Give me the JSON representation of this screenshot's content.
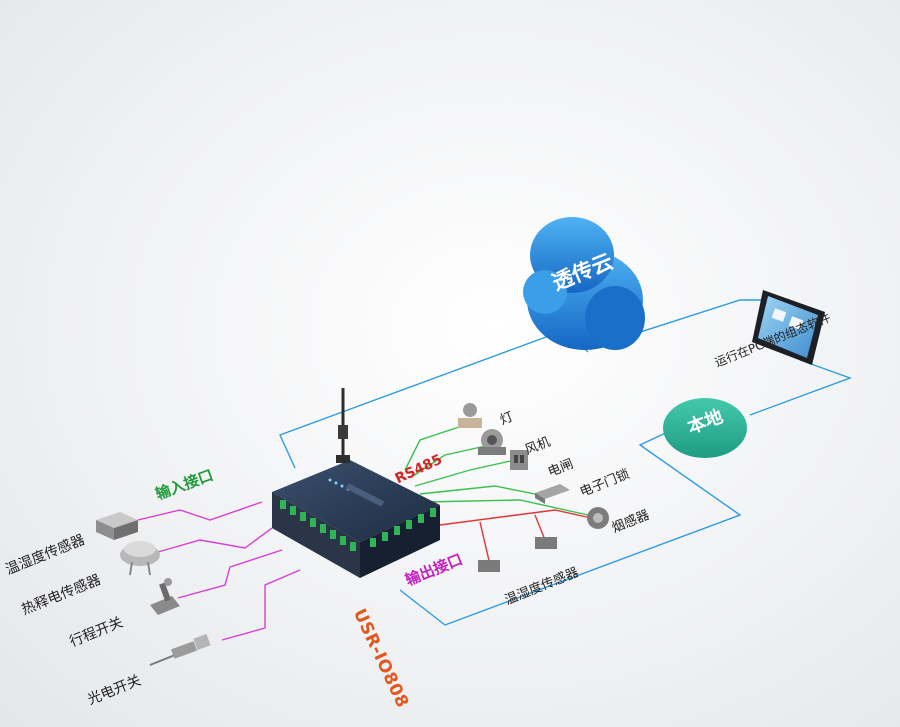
{
  "cloud": {
    "label": "透传云"
  },
  "local": {
    "label": "本地"
  },
  "pc": {
    "label": "运行在PC端的组态软件"
  },
  "device": {
    "model": "USR-IO808",
    "antenna": "antenna-icon"
  },
  "tags": {
    "input": "输入接口",
    "output": "输出接口",
    "rs485": "RS485"
  },
  "inputs": [
    {
      "label": "温湿度传感器",
      "icon": "humidity-sensor-icon"
    },
    {
      "label": "热释电传感器",
      "icon": "pir-sensor-icon"
    },
    {
      "label": "行程开关",
      "icon": "limit-switch-icon"
    },
    {
      "label": "光电开关",
      "icon": "photoelectric-switch-icon"
    }
  ],
  "outputs": [
    {
      "label": "灯",
      "icon": "lamp-icon"
    },
    {
      "label": "风机",
      "icon": "fan-icon"
    },
    {
      "label": "电闸",
      "icon": "circuit-breaker-icon"
    },
    {
      "label": "电子门锁",
      "icon": "electronic-lock-icon"
    },
    {
      "label": "烟感器",
      "icon": "smoke-detector-icon"
    }
  ],
  "rs485_devices": [
    {
      "label": "温湿度传感器",
      "icon": "rs485-sensor-icon"
    }
  ],
  "colors": {
    "network_line": "#2f9be0",
    "input_line": "#d83fd2",
    "output_line": "#3cbf4f",
    "rs485_line": "#e23434",
    "cloud": "#1b7fd6",
    "local": "#2fb59a",
    "model_text": "#e2571d"
  }
}
